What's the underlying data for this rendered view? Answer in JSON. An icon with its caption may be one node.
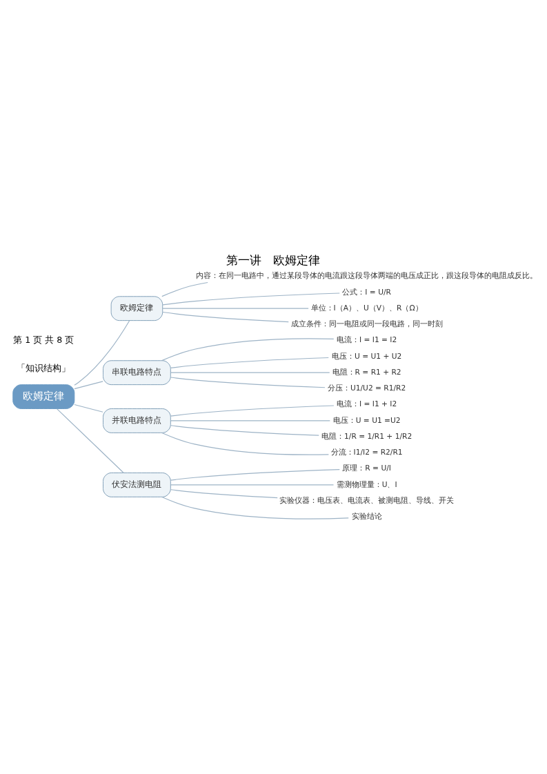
{
  "diagram": {
    "title": "第一讲　欧姆定律",
    "nodes": [
      {
        "text": [
          "欧姆定律"
        ]
      },
      {
        "text": [
          "欧姆定律"
        ]
      },
      {
        "text": [
          "内容：在同一电路中，通过某段导体的电流跟这段导体两端的电压成正比，跟这段导体的电阻成反比。"
        ]
      },
      {
        "text": [
          "公式：I = U/R"
        ]
      },
      {
        "text": [
          "单位：I（A）、U（V）、R（Ω）"
        ]
      },
      {
        "text": [
          "成立条件：同一电阻或同一段电路，同一时刻"
        ]
      },
      {
        "text": [
          "串联电路特点"
        ]
      },
      {
        "text": [
          "电流：I = I1 = I2"
        ]
      },
      {
        "text": [
          "电压：U = U1 + U2"
        ]
      },
      {
        "text": [
          "电阻：R = R1 + R2"
        ]
      },
      {
        "text": [
          "分压：U1/U2 = R1/R2"
        ]
      },
      {
        "text": [
          "并联电路特点"
        ]
      },
      {
        "text": [
          "电流：I = I1 + I2"
        ]
      },
      {
        "text": [
          "电压：U = U1 =U2"
        ]
      },
      {
        "text": [
          "电阻：1/R = 1/R1 + 1/R2"
        ]
      },
      {
        "text": [
          "分流：I1/I2 = R2/R1"
        ]
      },
      {
        "text": [
          "伏安法测电阻"
        ]
      },
      {
        "text": [
          "原理：R = U/I"
        ]
      },
      {
        "text": [
          "需测物理量：U、I"
        ]
      },
      {
        "text": [
          "实验仪器：电压表、电流表、被测电阻、导线、开关"
        ]
      },
      {
        "text": [
          "实验结论"
        ]
      }
    ],
    "edges": [
      {
        "from": 0,
        "to": 1,
        "arrow": "none"
      },
      {
        "from": 0,
        "to": 6,
        "arrow": "none"
      },
      {
        "from": 0,
        "to": 11,
        "arrow": "none"
      },
      {
        "from": 0,
        "to": 16,
        "arrow": "none"
      },
      {
        "from": 1,
        "to": 2,
        "arrow": "none"
      },
      {
        "from": 1,
        "to": 3,
        "arrow": "none"
      },
      {
        "from": 1,
        "to": 4,
        "arrow": "none"
      },
      {
        "from": 1,
        "to": 5,
        "arrow": "none"
      },
      {
        "from": 6,
        "to": 7,
        "arrow": "none"
      },
      {
        "from": 6,
        "to": 8,
        "arrow": "none"
      },
      {
        "from": 6,
        "to": 9,
        "arrow": "none"
      },
      {
        "from": 6,
        "to": 10,
        "arrow": "none"
      },
      {
        "from": 11,
        "to": 12,
        "arrow": "none"
      },
      {
        "from": 11,
        "to": 13,
        "arrow": "none"
      },
      {
        "from": 11,
        "to": 14,
        "arrow": "none"
      },
      {
        "from": 11,
        "to": 15,
        "arrow": "none"
      },
      {
        "from": 16,
        "to": 17,
        "arrow": "none"
      },
      {
        "from": 16,
        "to": 18,
        "arrow": "none"
      },
      {
        "from": 16,
        "to": 19,
        "arrow": "none"
      },
      {
        "from": 16,
        "to": 20,
        "arrow": "none"
      }
    ],
    "labels": [
      "「知识结构」",
      "第 1 页 共 8 页"
    ]
  }
}
